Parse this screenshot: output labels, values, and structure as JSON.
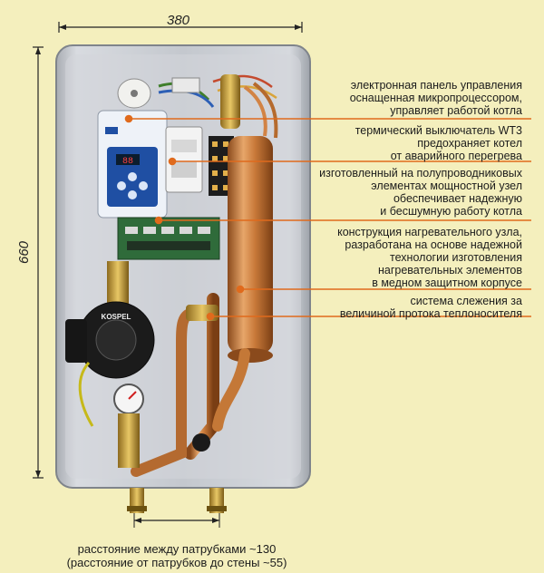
{
  "dimensions": {
    "width_label": "380",
    "height_label": "660"
  },
  "callouts": [
    "электронная панель управления\nоснащенная микропроцессором,\nуправляет работой котла",
    "термический выключатель WT3\nпредохраняет котел\nот аварийного перегрева",
    "изготовленный на полупроводниковых\nэлементах мощностной узел\nобеспечивает надежную\nи бесшумную работу котла",
    "конструкция нагревательного узла,\nразработана на основе надежной\nтехнологии изготовления\nнагревательных элементов\nв медном защитном корпусе",
    "система слежения за\nвеличиной протока теплоносителя"
  ],
  "pump_brand": "KOSPEL",
  "display_reading": "88",
  "caption": {
    "line1": "расстояние между патрубками ~130",
    "line2": "(расстояние от патрубков до стены ~55)"
  },
  "colors": {
    "background": "#f4efbd",
    "callout_line": "#e06a1c",
    "copper": "#c97a3a",
    "steel": "#c9cdd3",
    "panel": "#eef2f8",
    "panel_keypad": "#1f4fa3"
  }
}
